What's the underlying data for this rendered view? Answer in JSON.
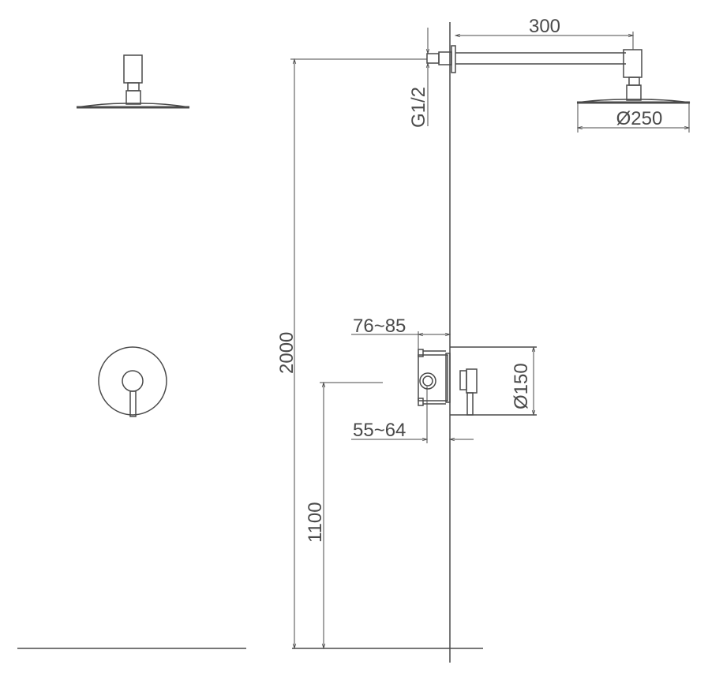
{
  "drawing": {
    "dimensions": {
      "arm_length": "300",
      "head_diameter": "Ø250",
      "thread": "G1/2",
      "total_height": "2000",
      "valve_height": "1100",
      "box_depth_max": "76~85",
      "box_depth_min": "55~64",
      "plate_diameter": "Ø150"
    },
    "line_color": "#4a4a4a"
  }
}
